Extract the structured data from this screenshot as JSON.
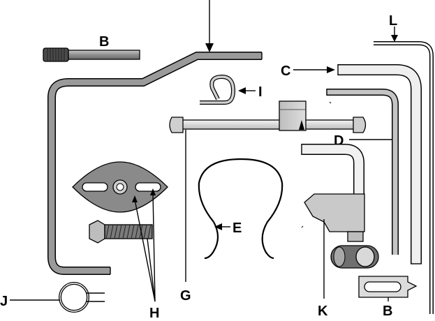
{
  "labels": {
    "B_top": "B",
    "B_bottom": "B",
    "C": "C",
    "D": "D",
    "E": "E",
    "G": "G",
    "H": "H",
    "I": "I",
    "J": "J",
    "K": "K",
    "L": "L"
  },
  "colors": {
    "metal": "#9a9a9a",
    "metal_light": "#d4d4d4",
    "metal_dark": "#6e6e6e",
    "outline": "#000000",
    "background": "#ffffff"
  }
}
